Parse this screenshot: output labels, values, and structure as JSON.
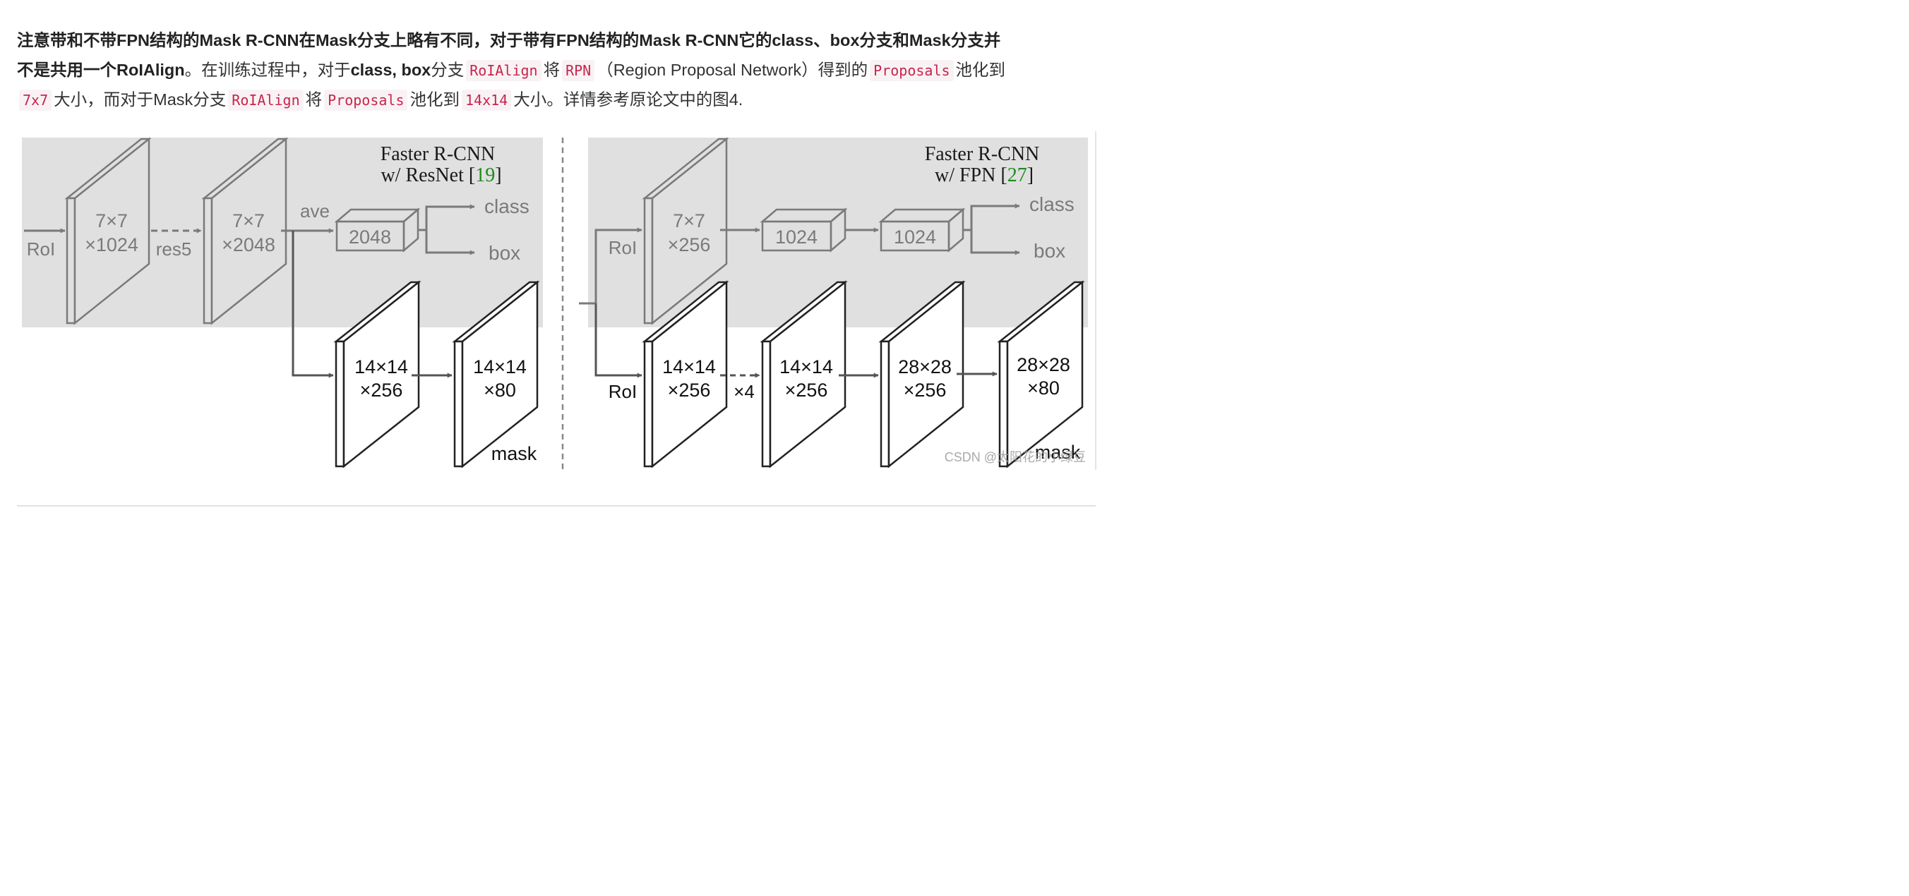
{
  "paragraph": {
    "line1": {
      "b1": "注意带和不带FPN结构的Mask R-CNN在Mask分支上略有不同，对于带有FPN结构的Mask R-CNN它的class、box分支和Mask分支并"
    },
    "line2": {
      "b1": "不是共用一个RoIAlign",
      "t1": "。在训练过程中，对于",
      "b2": "class, box",
      "t2": "分支",
      "c1": "RoIAlign",
      "t3": "将",
      "c2": "RPN",
      "t4": "（Region Proposal Network）得到的",
      "c3": "Proposals",
      "t5": "池化到"
    },
    "line3": {
      "c1": "7x7",
      "t1": "大小，而对于Mask分支",
      "c2": "RoIAlign",
      "t2": "将",
      "c3": "Proposals",
      "t3": "池化到",
      "c4": "14x14",
      "t4": "大小。详情参考原论文中的图4."
    }
  },
  "figure": {
    "left": {
      "title_line1": "Faster R-CNN",
      "title_line2_prefix": "w/ ResNet [",
      "title_line2_ref": "19",
      "title_line2_suffix": "]",
      "roi_label": "RoI",
      "block1_line1": "7×7",
      "block1_line2": "×1024",
      "res5_label": "res5",
      "block2_line1": "7×7",
      "block2_line2": "×2048",
      "ave_label": "ave",
      "fc_box_label": "2048",
      "class_label": "class",
      "box_label": "box",
      "mask_block1_line1": "14×14",
      "mask_block1_line2": "×256",
      "mask_block2_line1": "14×14",
      "mask_block2_line2": "×80",
      "mask_label": "mask"
    },
    "right": {
      "title_line1": "Faster R-CNN",
      "title_line2_prefix": "w/ FPN [",
      "title_line2_ref": "27",
      "title_line2_suffix": "]",
      "roi_label_top": "RoI",
      "block1_line1": "7×7",
      "block1_line2": "×256",
      "fc1_label": "1024",
      "fc2_label": "1024",
      "class_label": "class",
      "box_label": "box",
      "roi_label_bottom": "RoI",
      "mask_block1_line1": "14×14",
      "mask_block1_line2": "×256",
      "x4_label": "×4",
      "mask_block2_line1": "14×14",
      "mask_block2_line2": "×256",
      "mask_block3_line1": "28×28",
      "mask_block3_line2": "×256",
      "mask_block4_line1": "28×28",
      "mask_block4_line2": "×80",
      "mask_label": "mask"
    },
    "watermark": "CSDN @太阳花的小绿豆",
    "colors": {
      "panel_bg": "#e0e0e0",
      "gray_stroke": "#7a7a7a",
      "ref_green": "#1e8a1e",
      "code_red": "#c7254e",
      "code_bg": "#f9f2f4"
    }
  }
}
